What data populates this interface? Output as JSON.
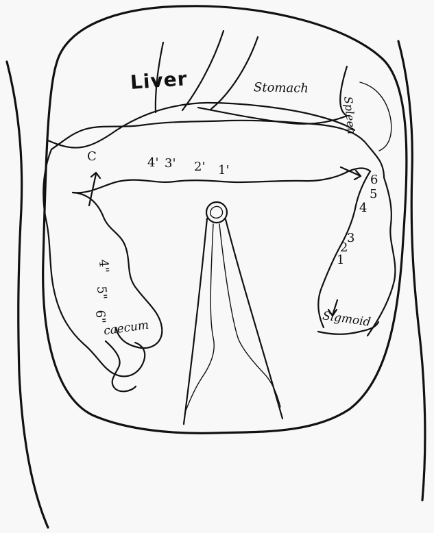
{
  "labels": {
    "liver": "Liver",
    "stomach": "Stomach",
    "spleen": "Spleen",
    "caecum": "caecum",
    "sigmoid": "Sigmoid"
  },
  "markers": {
    "transverse": [
      "C",
      "4'",
      "3'",
      "2'",
      "1'"
    ],
    "descending": [
      "6",
      "5",
      "4",
      "3",
      "2",
      "1"
    ],
    "ascending": [
      "4\"",
      "5\"",
      "6\""
    ]
  }
}
